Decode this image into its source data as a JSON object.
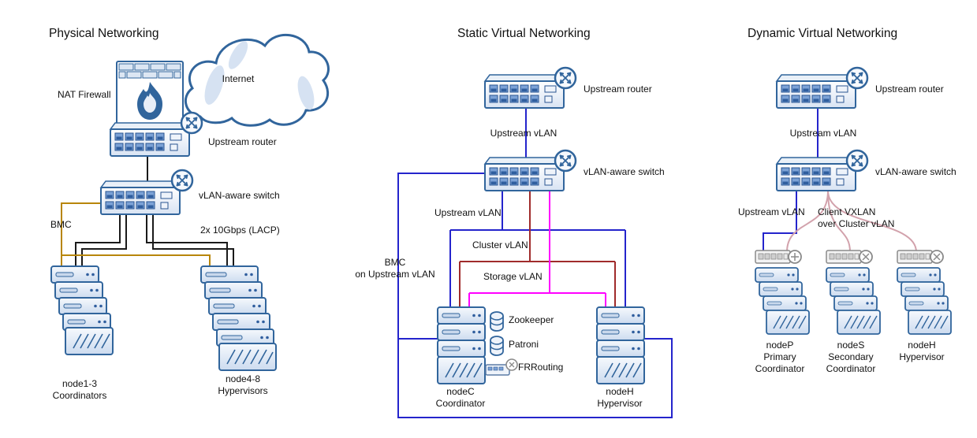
{
  "colors": {
    "outline": "#31659C",
    "fill_light": "#D8E3F3",
    "line_physical": "#1A1A1A",
    "line_bmc_gold": "#B8860B",
    "line_upstream_vlan": "#2424CC",
    "line_cluster_vlan": "#A02B2B",
    "line_storage_vlan": "#FF00FF",
    "line_client_vxlan": "#D2A2AC",
    "gray_virtual": "#8A8A8A",
    "text": "#111111",
    "background": "#FFFFFF"
  },
  "sections": {
    "physical": {
      "title": "Physical Networking",
      "labels": {
        "internet": "Internet",
        "nat_firewall": "NAT Firewall",
        "upstream_router": "Upstream router",
        "vlan_switch": "vLAN-aware switch",
        "bmc": "BMC",
        "lacp": "2x 10Gbps (LACP)",
        "coordinators": "node1-3\nCoordinators",
        "hypervisors": "node4-8\nHypervisors"
      }
    },
    "static_virtual": {
      "title": "Static Virtual Networking",
      "labels": {
        "upstream_router": "Upstream router",
        "upstream_vlan_trunk": "Upstream vLAN",
        "vlan_switch": "vLAN-aware switch",
        "upstream_vlan": "Upstream vLAN",
        "cluster_vlan": "Cluster vLAN",
        "storage_vlan": "Storage vLAN",
        "bmc_upstream": "BMC\non Upstream vLAN",
        "zookeeper": "Zookeeper",
        "patroni": "Patroni",
        "frrouting": "FRRouting",
        "nodec": "nodeC\nCoordinator",
        "nodeh": "nodeH\nHypervisor"
      }
    },
    "dynamic_virtual": {
      "title": "Dynamic Virtual Networking",
      "labels": {
        "upstream_router": "Upstream router",
        "upstream_vlan_trunk": "Upstream vLAN",
        "vlan_switch": "vLAN-aware switch",
        "upstream_vlan": "Upstream vLAN",
        "client_vxlan": "Client VXLAN\nover Cluster vLAN",
        "nodep": "nodeP\nPrimary\nCoordinator",
        "nodes": "nodeS\nSecondary\nCoordinator",
        "nodeh": "nodeH\nHypervisor"
      }
    }
  }
}
